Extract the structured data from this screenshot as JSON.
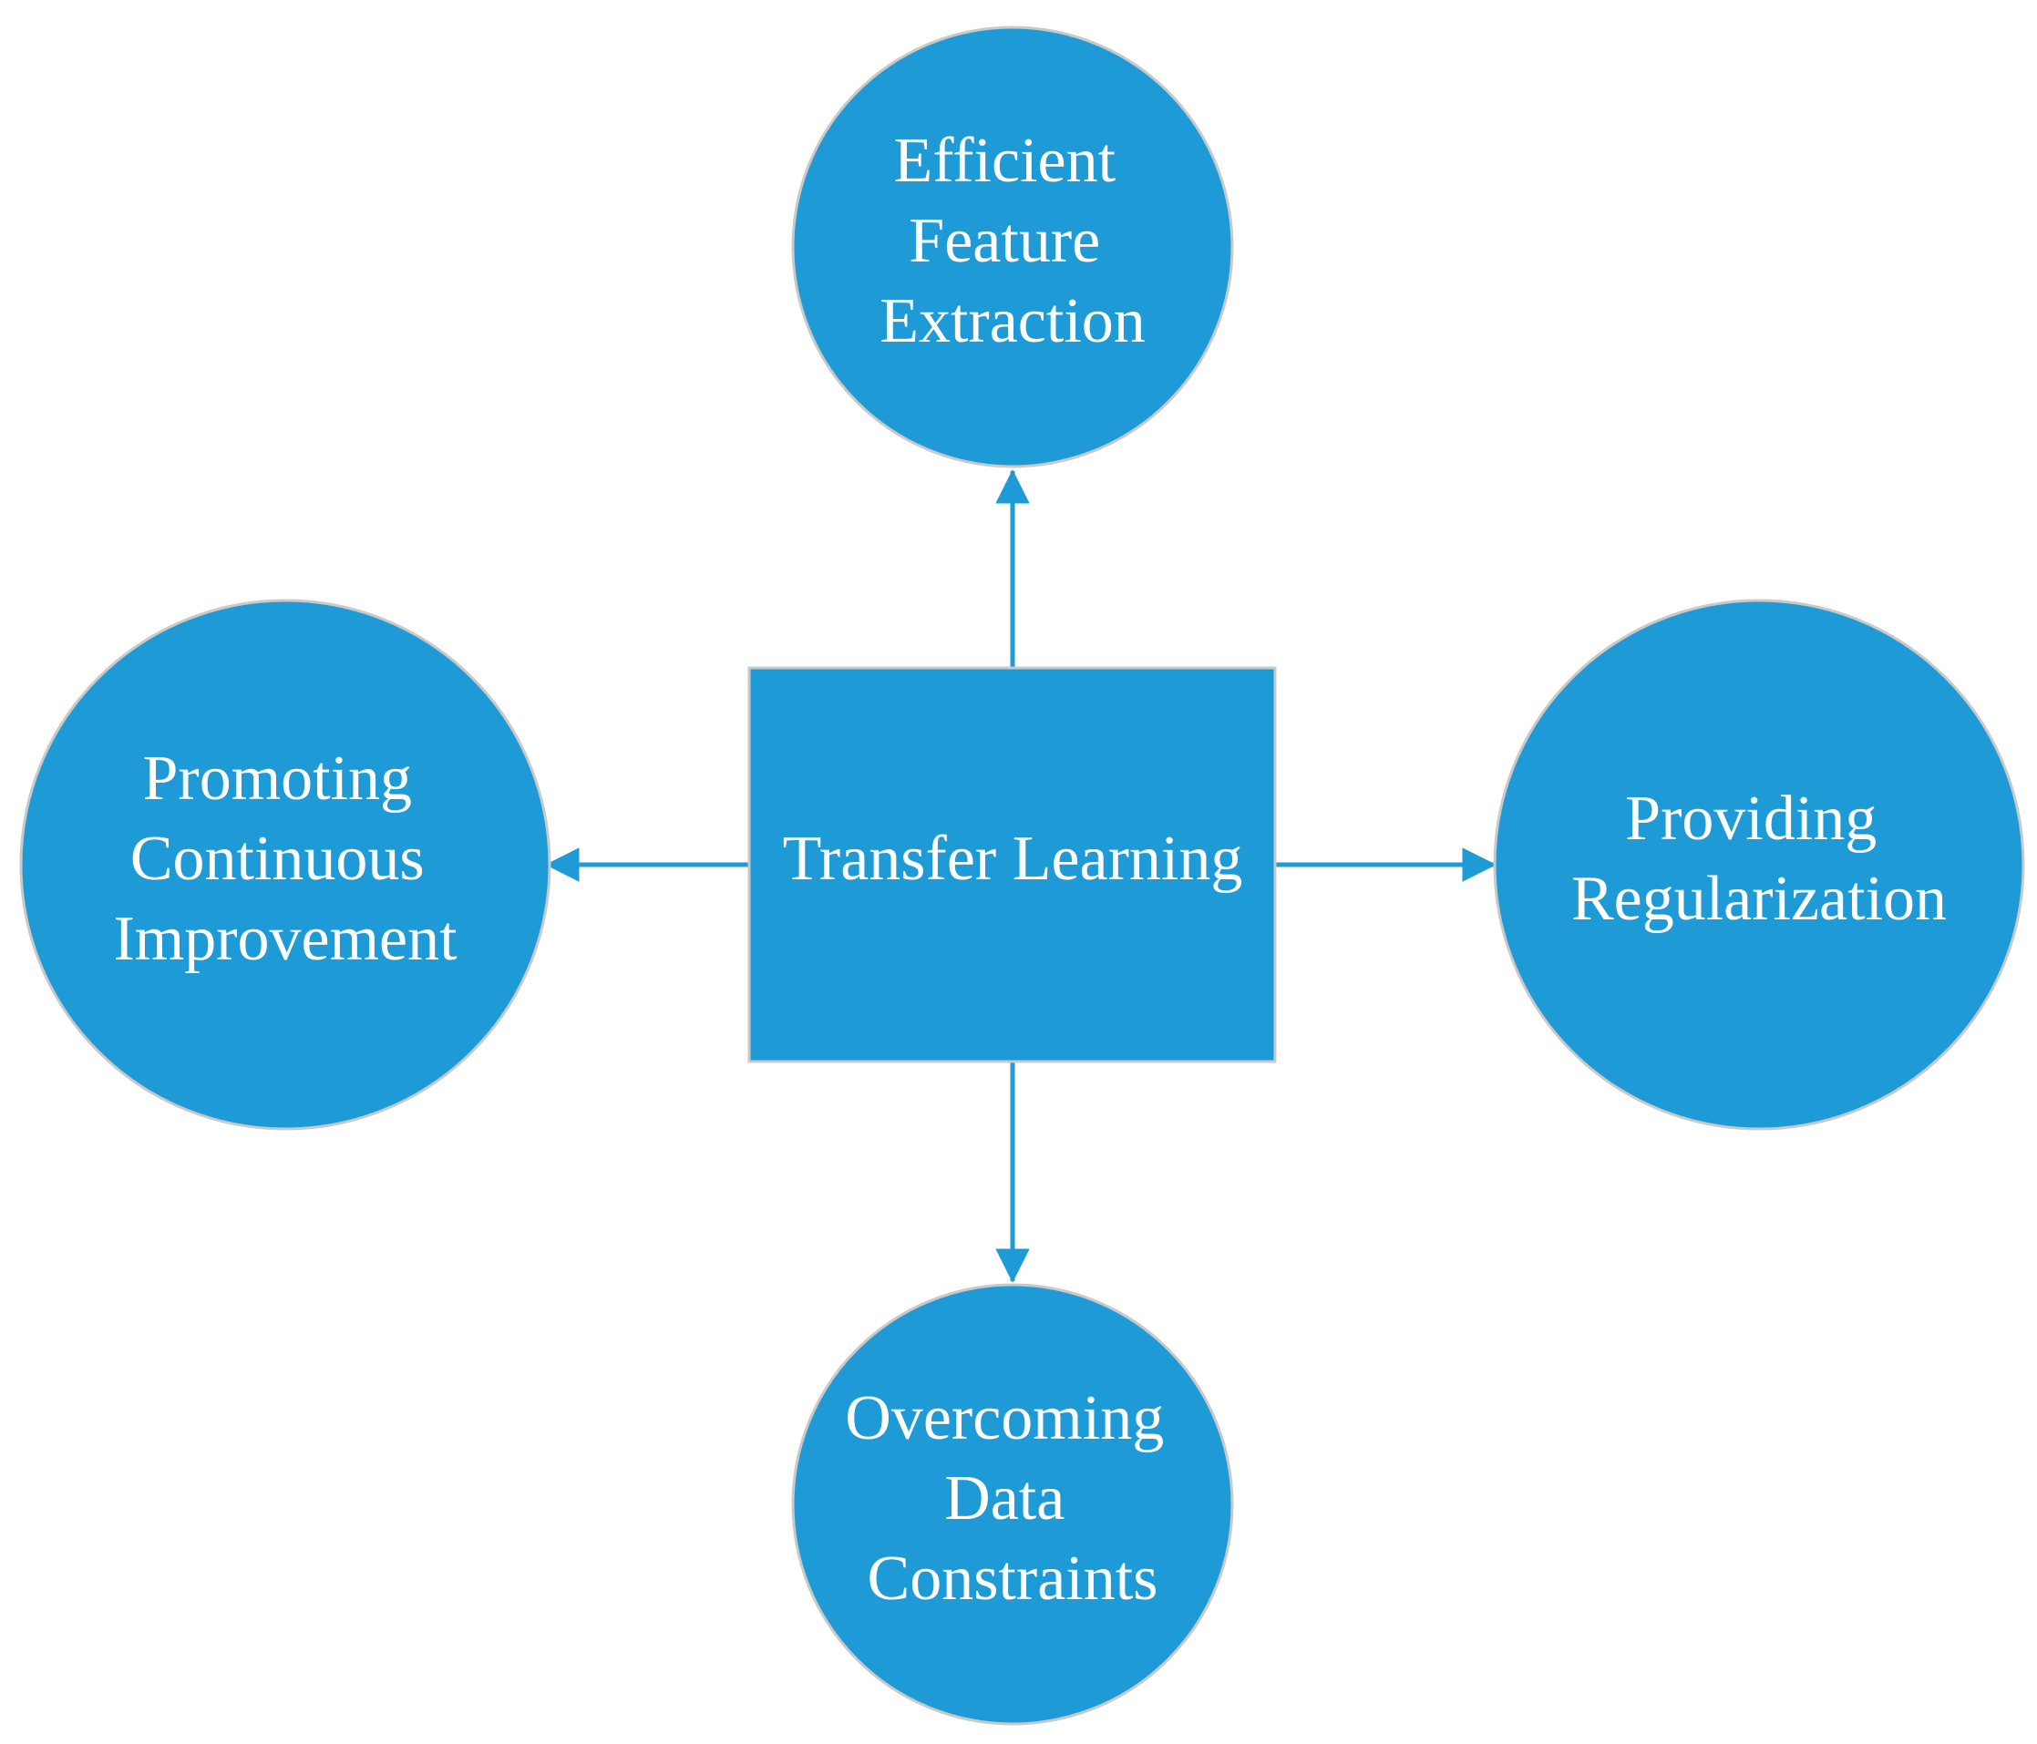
{
  "colors": {
    "node_fill": "#1E9BD7",
    "node_stroke": "#C9C9C9",
    "arrow": "#1E9BD7",
    "text": "#FFFFFF",
    "background": "#FFFFFF"
  },
  "center": {
    "label": "Transfer Learning"
  },
  "nodes": {
    "top": {
      "lines": [
        "Efficient",
        "Feature",
        "Extraction"
      ]
    },
    "left": {
      "lines": [
        "Promoting",
        "Continuous",
        "Improvement"
      ]
    },
    "right": {
      "lines": [
        "Providing",
        "Regularization"
      ]
    },
    "bottom": {
      "lines": [
        "Overcoming",
        "Data",
        "Constraints"
      ]
    }
  }
}
